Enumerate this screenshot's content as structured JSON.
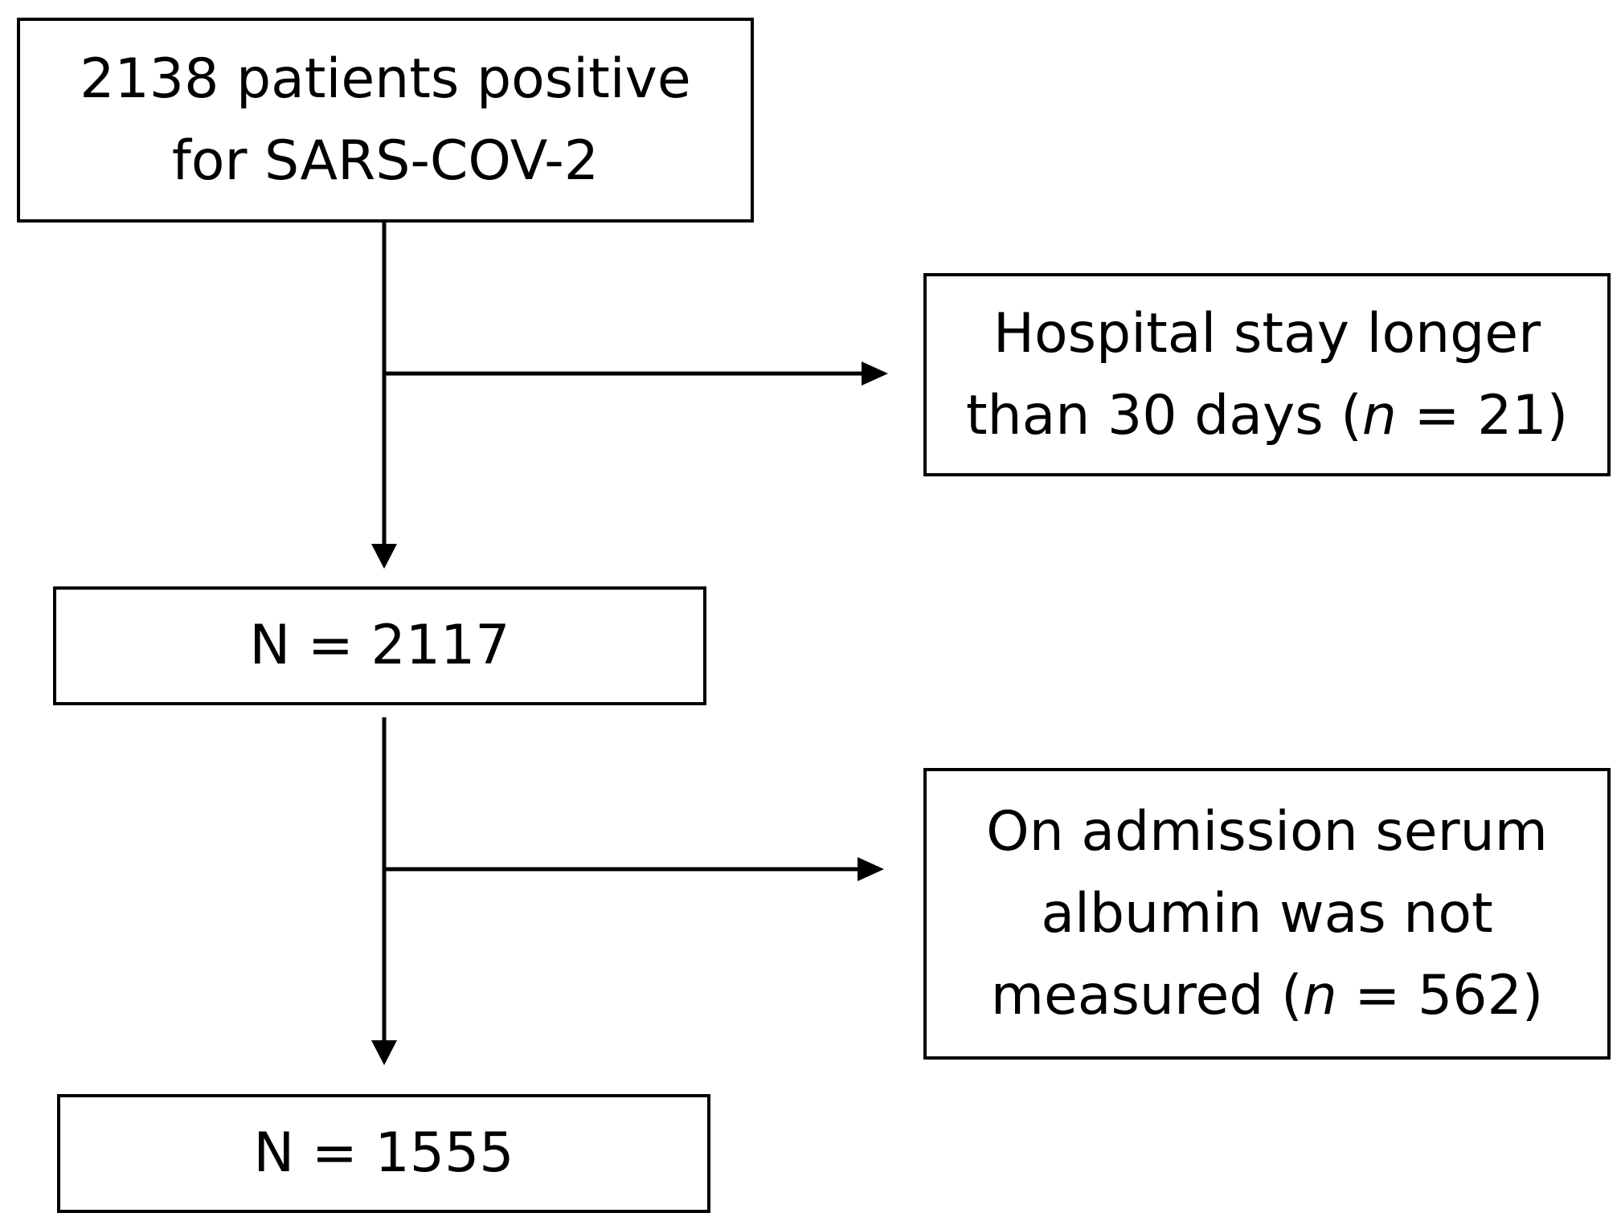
{
  "diagram": {
    "start_box": {
      "lines": [
        "2138 patients positive",
        "for SARS-COV-2"
      ]
    },
    "exclusion_1": {
      "line1": "Hospital stay longer",
      "line2_prefix": "than 30 days (",
      "n_symbol": "n",
      "line2_suffix": " = 21)"
    },
    "count_box_1": {
      "text": "N = 2117"
    },
    "exclusion_2": {
      "line1": "On admission serum",
      "line2": "albumin was not",
      "line3_prefix": "measured (",
      "n_symbol": "n",
      "line3_suffix": " = 562)"
    },
    "count_box_2": {
      "text": "N = 1555"
    }
  }
}
